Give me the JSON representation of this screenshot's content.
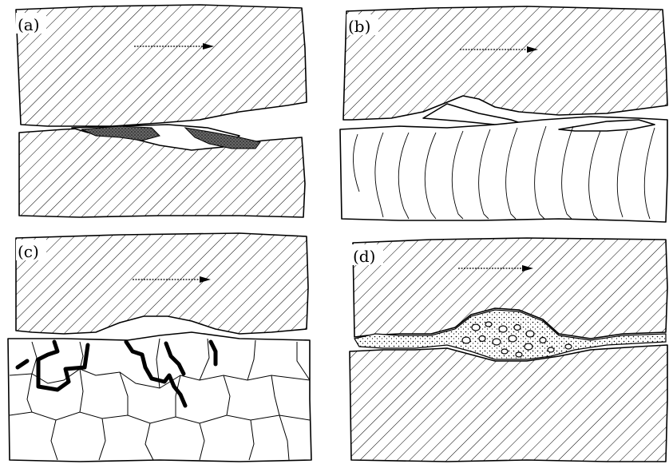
{
  "figure": {
    "panels": [
      {
        "id": "a",
        "label": "(a)"
      },
      {
        "id": "b",
        "label": "(b)"
      },
      {
        "id": "c",
        "label": "(c)"
      },
      {
        "id": "d",
        "label": "(d)"
      }
    ]
  }
}
